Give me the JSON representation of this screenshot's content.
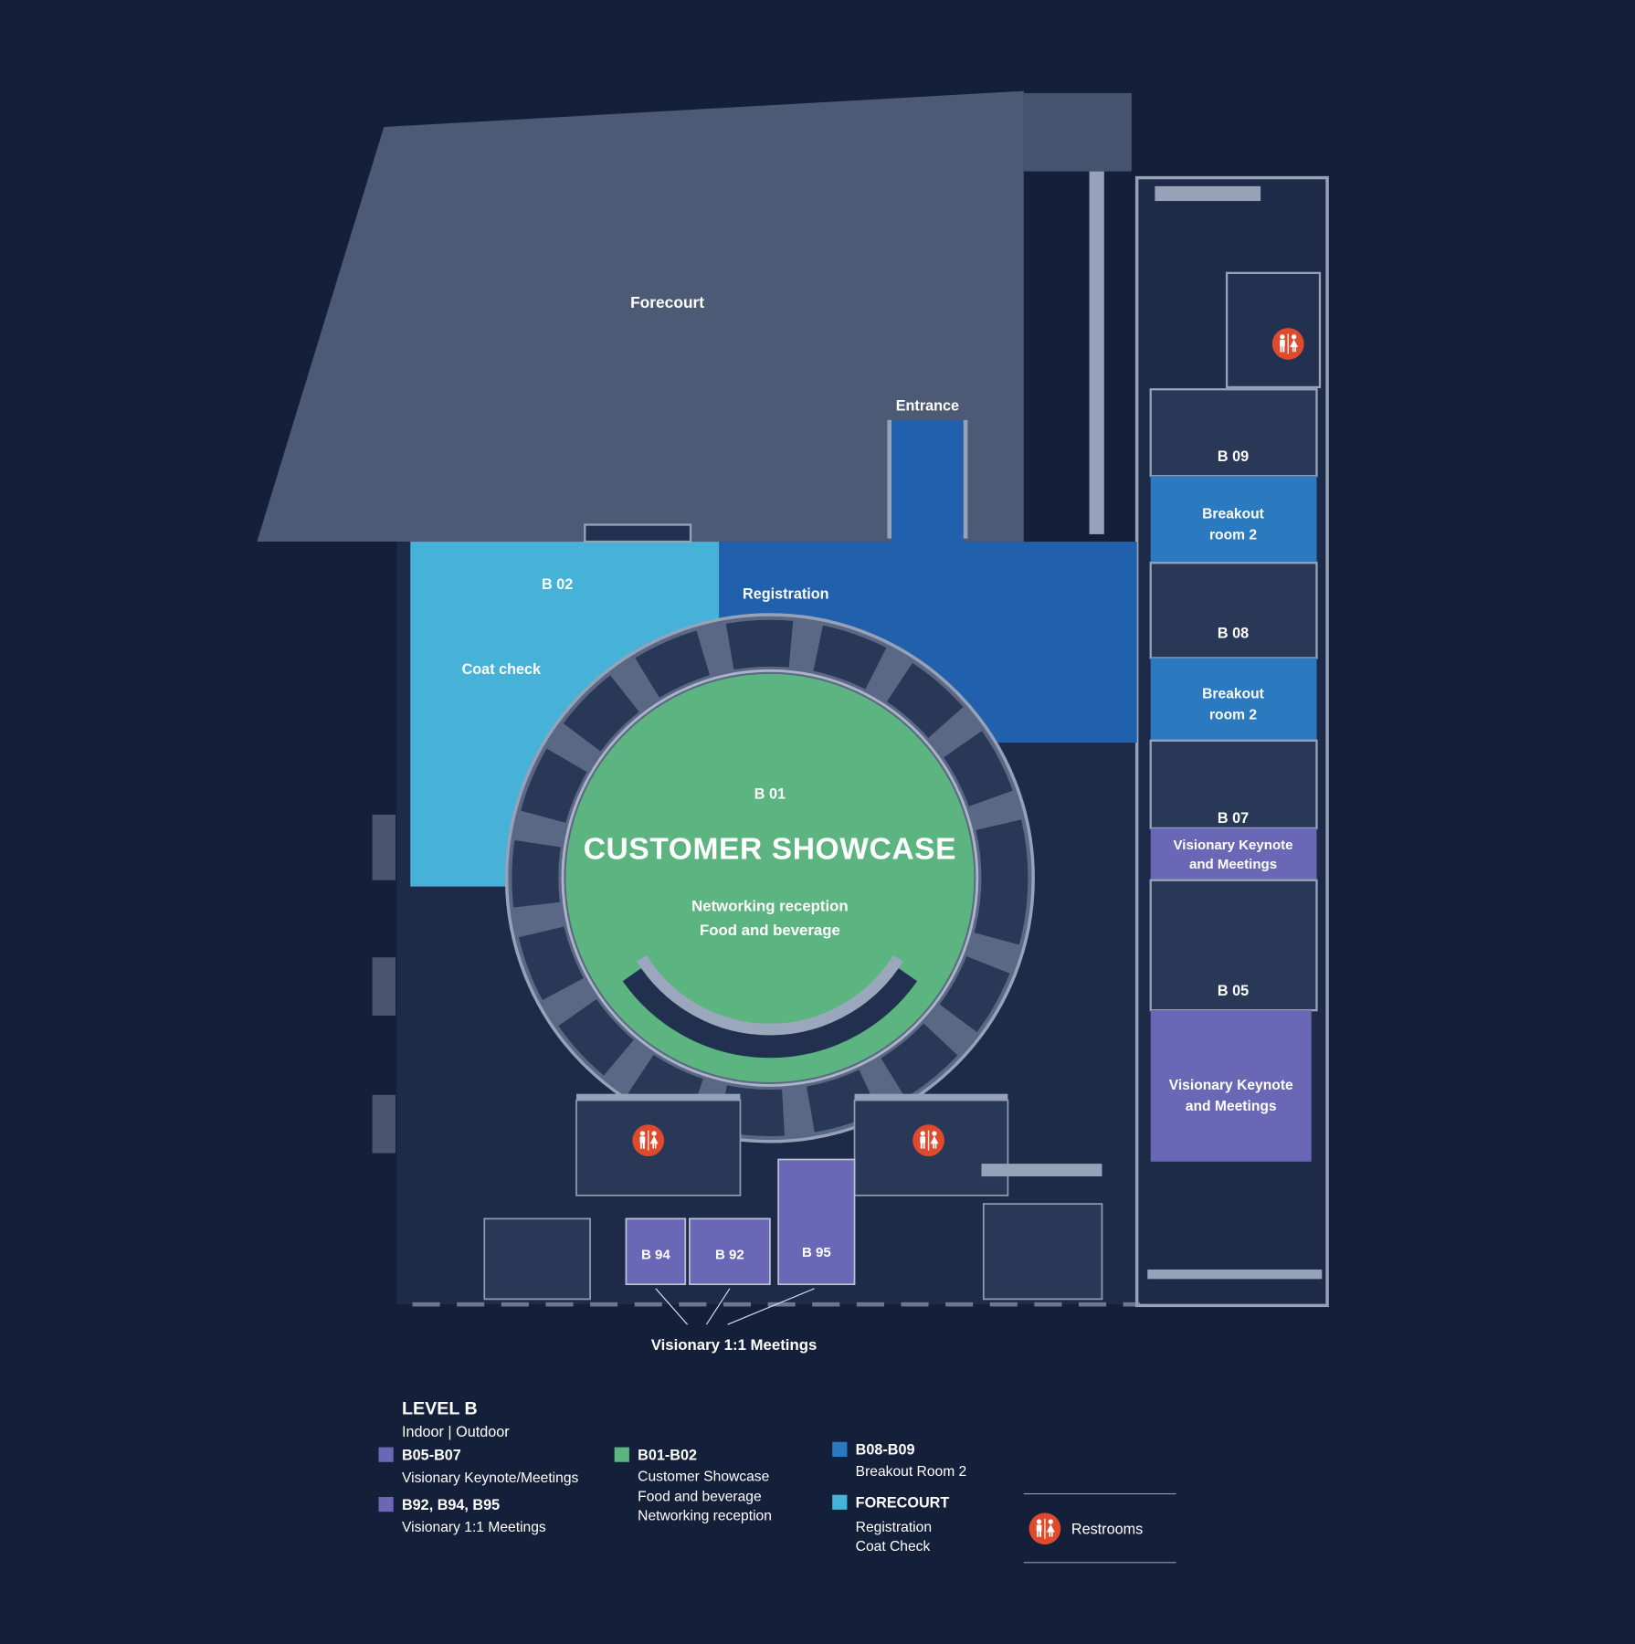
{
  "map": {
    "forecourt": {
      "label": "Forecourt"
    },
    "entrance": {
      "label": "Entrance"
    },
    "coat_check": {
      "id": "B 02",
      "label": "Coat check"
    },
    "registration": {
      "label": "Registration"
    },
    "showcase": {
      "id": "B 01",
      "title": "CUSTOMER SHOWCASE",
      "subtitle1": "Networking reception",
      "subtitle2": "Food and beverage"
    },
    "wing": {
      "b09": "B 09",
      "breakout_top": {
        "line1": "Breakout",
        "line2": "room 2"
      },
      "b08": "B 08",
      "breakout_bottom": {
        "line1": "Breakout",
        "line2": "room 2"
      },
      "b07": "B 07",
      "keynote_small": {
        "line1": "Visionary Keynote",
        "line2": "and Meetings"
      },
      "b05": "B 05",
      "keynote_large": {
        "line1": "Visionary Keynote",
        "line2": "and Meetings"
      }
    },
    "meeting_rooms": {
      "b94": "B 94",
      "b92": "B 92",
      "b95": "B 95",
      "label": "Visionary 1:1 Meetings"
    }
  },
  "legend": {
    "title": "LEVEL B",
    "subtitle": "Indoor | Outdoor",
    "items": [
      {
        "swatch": "#6a68b6",
        "code": "B05-B07",
        "desc1": "Visionary Keynote/Meetings"
      },
      {
        "swatch": "#6a68b6",
        "code": "B92, B94, B95",
        "desc1": "Visionary 1:1 Meetings"
      },
      {
        "swatch": "#5cb580",
        "code": "B01-B02",
        "desc1": "Customer Showcase",
        "desc2": "Food and beverage",
        "desc3": "Networking reception"
      },
      {
        "swatch": "#2b7ac0",
        "code": "B08-B09",
        "desc1": "Breakout Room 2"
      },
      {
        "swatch": "#47b2d8",
        "code": "FORECOURT",
        "desc1": "Registration",
        "desc2": "Coat Check"
      }
    ],
    "restrooms": "Restrooms"
  },
  "colors": {
    "background": "#141f39",
    "forecourt_gray": "#4d5a75",
    "wall_light": "#96a2b8",
    "ring_gray": "#5b6885",
    "room_dark": "#2a3857",
    "interior_navy": "#1d2a48",
    "coat_check_cyan": "#47b2d8",
    "registration_blue": "#2060ac",
    "showcase_green": "#5cb580",
    "breakout_blue": "#2b7ac0",
    "keynote_purple": "#6a68b6",
    "restroom_orange": "#df4a2d",
    "label_white": "#ffffff"
  }
}
